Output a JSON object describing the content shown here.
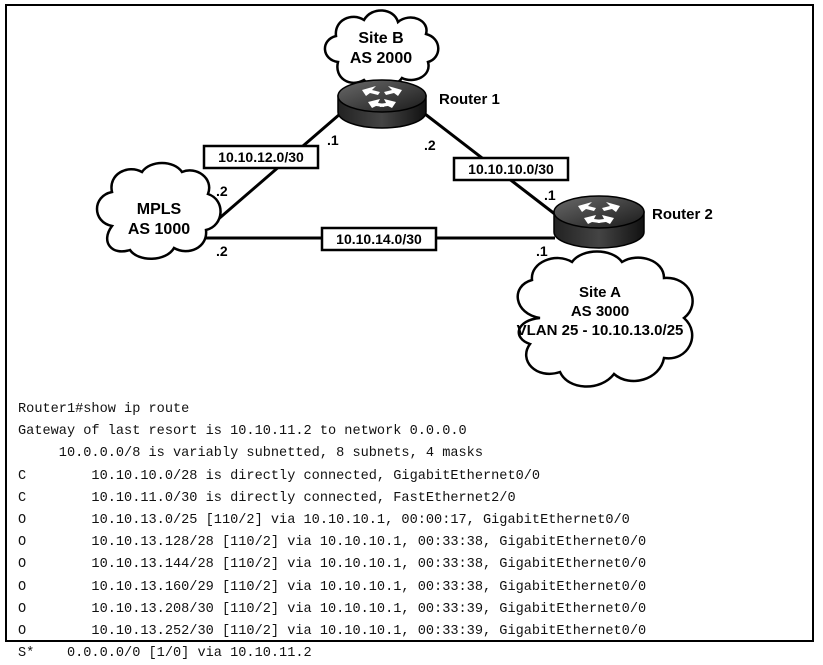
{
  "sites": {
    "site_b": {
      "name": "Site B",
      "as": "AS 2000"
    },
    "mpls": {
      "name": "MPLS",
      "as": "AS 1000"
    },
    "site_a": {
      "name": "Site A",
      "as": "AS 3000",
      "vlan": "VLAN 25 - 10.10.13.0/25"
    }
  },
  "routers": {
    "router1": {
      "label": "Router 1"
    },
    "router2": {
      "label": "Router 2"
    }
  },
  "links": {
    "r1_mpls": {
      "subnet": "10.10.12.0/30",
      "r1_end": ".1",
      "mpls_end": ".2"
    },
    "r1_r2": {
      "subnet": "10.10.10.0/30",
      "r1_end": ".2",
      "r2_end": ".1"
    },
    "mpls_r2": {
      "subnet": "10.10.14.0/30",
      "mpls_end": ".2",
      "r2_end": ".1"
    }
  },
  "cli": {
    "lines": [
      "Router1#show ip route",
      "Gateway of last resort is 10.10.11.2 to network 0.0.0.0",
      "     10.0.0.0/8 is variably subnetted, 8 subnets, 4 masks",
      "C        10.10.10.0/28 is directly connected, GigabitEthernet0/0",
      "C        10.10.11.0/30 is directly connected, FastEthernet2/0",
      "O        10.10.13.0/25 [110/2] via 10.10.10.1, 00:00:17, GigabitEthernet0/0",
      "O        10.10.13.128/28 [110/2] via 10.10.10.1, 00:33:38, GigabitEthernet0/0",
      "O        10.10.13.144/28 [110/2] via 10.10.10.1, 00:33:38, GigabitEthernet0/0",
      "O        10.10.13.160/29 [110/2] via 10.10.10.1, 00:33:38, GigabitEthernet0/0",
      "O        10.10.13.208/30 [110/2] via 10.10.10.1, 00:33:39, GigabitEthernet0/0",
      "O        10.10.13.252/30 [110/2] via 10.10.10.1, 00:33:39, GigabitEthernet0/0",
      "S*    0.0.0.0/0 [1/0] via 10.10.11.2"
    ]
  }
}
